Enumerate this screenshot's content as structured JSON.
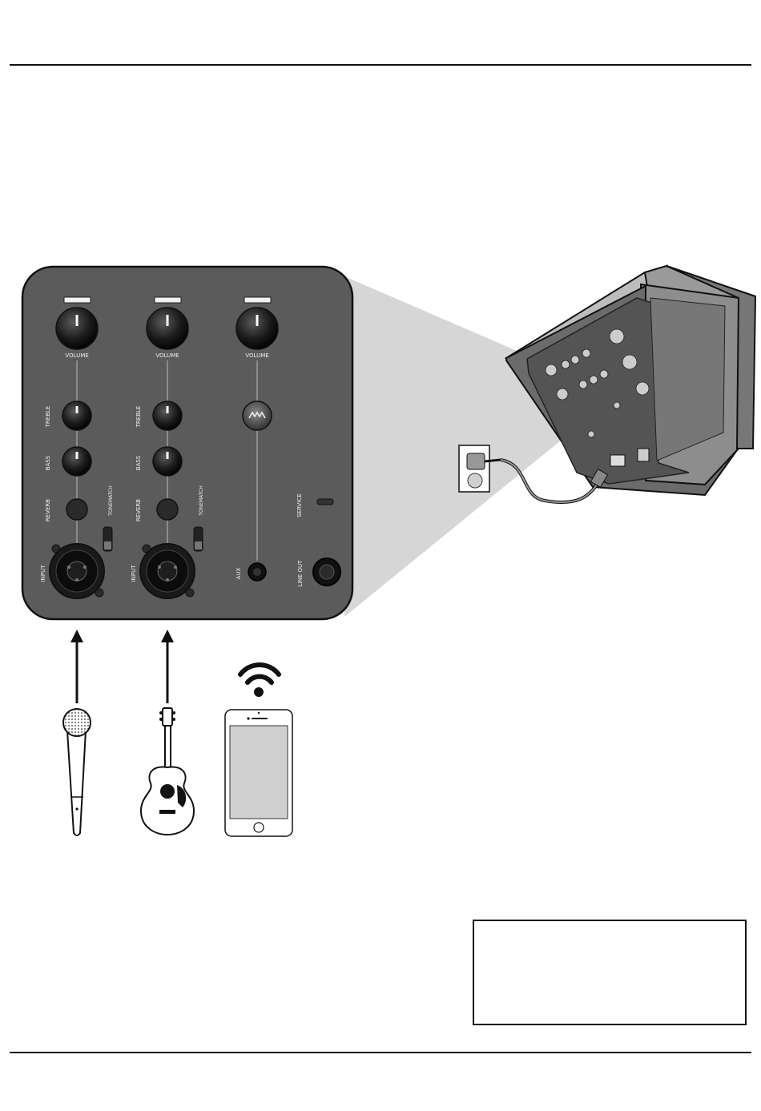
{
  "panel": {
    "channel1": {
      "volume_label": "VOLUME",
      "treble_label": "TREBLE",
      "bass_label": "BASS",
      "reverb_label": "REVERB",
      "tonematch_label": "TONEMATCH",
      "input_label": "INPUT"
    },
    "channel2": {
      "volume_label": "VOLUME",
      "treble_label": "TREBLE",
      "bass_label": "BASS",
      "reverb_label": "REVERB",
      "tonematch_label": "TONEMATCH",
      "input_label": "INPUT"
    },
    "channel3": {
      "volume_label": "VOLUME",
      "aux_label": "AUX"
    },
    "service_label": "SERVICE",
    "line_out_label": "LINE OUT"
  },
  "sources": [
    "microphone",
    "acoustic-guitar",
    "smartphone-bluetooth"
  ],
  "colors": {
    "panel": "#5b5b5b",
    "outline": "#111111",
    "zoom": "#cfcfcf",
    "speaker": "#6a6a6a"
  }
}
